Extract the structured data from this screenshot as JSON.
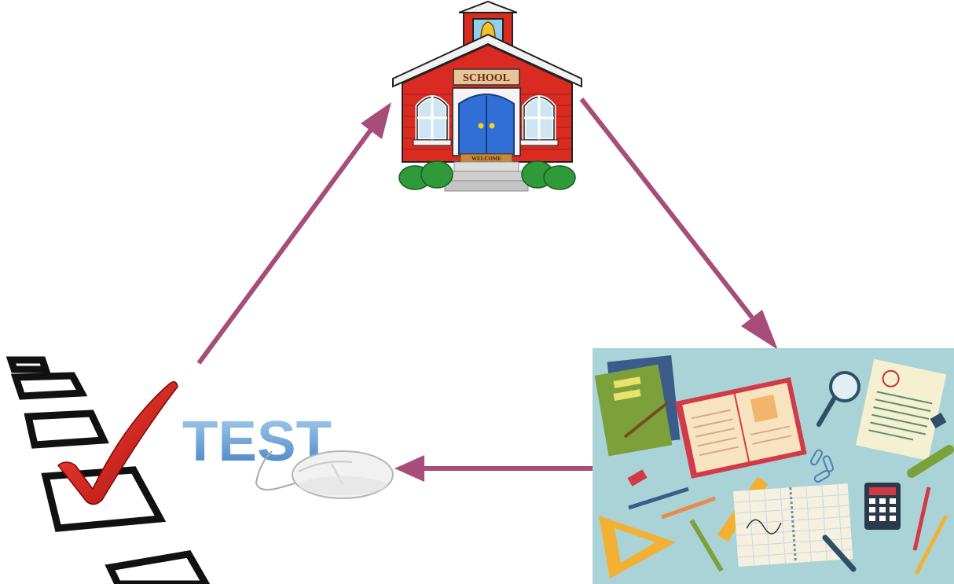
{
  "diagram": {
    "type": "cycle",
    "arrow_color": "#a64d79",
    "nodes": {
      "school": {
        "icon": "schoolhouse-icon",
        "sign_text": "SCHOOL",
        "mat_text": "WELCOME"
      },
      "study": {
        "icon": "study-desk-icon",
        "background": "#a9d3d6"
      },
      "test": {
        "icon": "test-checklist-icon",
        "word": "TEST"
      }
    },
    "edges": [
      {
        "from": "school",
        "to": "study"
      },
      {
        "from": "study",
        "to": "test"
      },
      {
        "from": "test",
        "to": "school"
      }
    ]
  }
}
